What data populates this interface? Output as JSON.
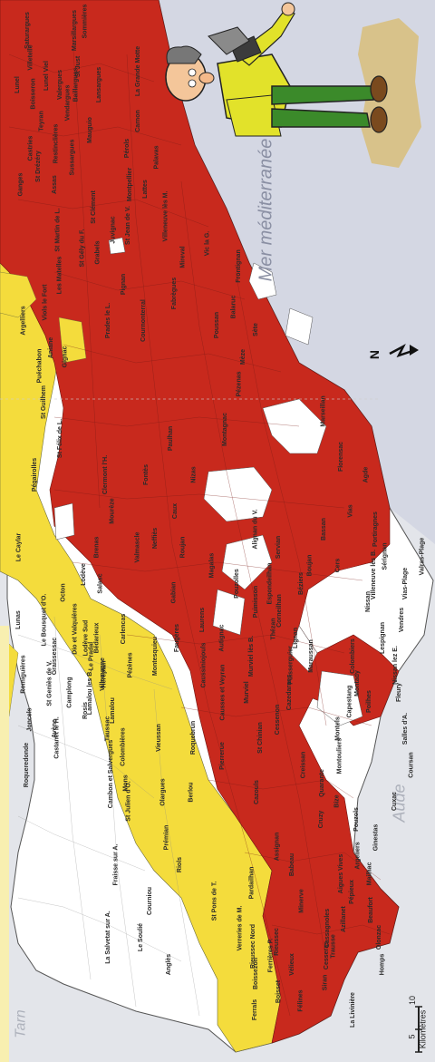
{
  "map": {
    "sea_label": "Mer méditerranée",
    "river_label": "Aude",
    "tarn_label": "Tarn",
    "north_label": "N",
    "scale": {
      "ticks": [
        "5",
        "10"
      ],
      "unit": "Kilomètres"
    },
    "colors": {
      "red_zone": "#c8291d",
      "yellow_zone": "#f4dc3c",
      "white_zone": "#ffffff",
      "sea": "#d4d7e3",
      "land_outside": "#e3e5ea"
    },
    "communes": {
      "c01": "Montpellier",
      "c02": "Lunel",
      "c03": "Sète",
      "c04": "Agde",
      "c05": "Pézenas",
      "c06": "Béziers",
      "c07": "Lodève",
      "c08": "Clermont l'H.",
      "c09": "Gignac",
      "c10": "Ganges",
      "c11": "Frontignan",
      "c12": "Marseillan",
      "c13": "Florensac",
      "c14": "Servian",
      "c15": "Vias",
      "c16": "Sérignan",
      "c17": "Capestang",
      "c18": "Olargues",
      "c19": "St Pons de T.",
      "c20": "Bédarieux",
      "c21": "Lamalou",
      "c22": "St Chinian",
      "c23": "Murviel",
      "c24": "Mauguio",
      "c25": "Castries",
      "c26": "Pignan",
      "c27": "Mèze",
      "c28": "Puisserguier",
      "c29": "Cazouls",
      "c30": "Roujan",
      "c31": "Paulhan",
      "c32": "Lattes",
      "c33": "Aniane",
      "c34": "St Martin de L.",
      "c35": "Le Caylar",
      "c36": "Lunas",
      "c37": "Riols",
      "c38": "La Salvetat sur A.",
      "c39": "Fraisse sur A.",
      "c40": "Lespignan",
      "c41": "Nissan",
      "c42": "Vendres",
      "c43": "Valras-Plage",
      "c44": "Poussan",
      "c45": "Balaruc",
      "c46": "Vic la G.",
      "c47": "Cournonterral",
      "c48": "Fabrègues",
      "c49": "Villeneuve lès M.",
      "c50": "Palavas",
      "c51": "Pérols",
      "c52": "St Jean de V.",
      "c53": "Prades le L.",
      "c54": "Teyran",
      "c55": "Vendargues",
      "c56": "Baillargues",
      "c57": "Montagnac",
      "c58": "Nizas",
      "c59": "Caux",
      "c60": "Fontès",
      "c61": "Neffiès",
      "c62": "Gabian",
      "c63": "Faugères",
      "c64": "Laurens",
      "c65": "Autignac",
      "c66": "Thézan",
      "c67": "Lignan",
      "c68": "Maraussan",
      "c69": "Quarante",
      "c70": "Cruzy",
      "c71": "Assignan",
      "c72": "Babeau",
      "c73": "Cessenon",
      "c74": "Roquebrun",
      "c75": "Vieussan",
      "c76": "Berlou",
      "c77": "Prémian",
      "c78": "Verreries de M.",
      "c79": "Boissezon",
      "c80": "Anglès",
      "c81": "Rieussec",
      "c82": "Ferrals",
      "c83": "Minerve",
      "c84": "Félines",
      "c85": "Azillanet",
      "c86": "Cesseras",
      "c87": "Siran",
      "c88": "Aigues Vives",
      "c89": "Beaufort",
      "c90": "Olonzac",
      "c91": "La Livinière",
      "c92": "Camplong",
      "c93": "Graissessac",
      "c94": "Brenas",
      "c95": "Octon",
      "c96": "Mourèze",
      "c97": "Salasc",
      "c98": "Valmascle",
      "c99": "Carlencas",
      "c100": "Pézènes",
      "c101": "Montesquieu",
      "c102": "Avène",
      "c103": "Dio et Valquières",
      "c104": "Joncels",
      "c105": "Romiguières",
      "c106": "Roqueredonde",
      "c107": "St Félix de L.",
      "c108": "Pégairolles",
      "c109": "St Guilhem",
      "c110": "Puéchabon",
      "c111": "Argelliers",
      "c112": "Viols le Fort",
      "c113": "Les Matelles",
      "c114": "St Gély du F.",
      "c115": "Grabels",
      "c116": "Juvignac",
      "c117": "St Clément",
      "c118": "Assas",
      "c119": "Sussargues",
      "c120": "St Drézéry",
      "c121": "Restinclières",
      "c122": "Lansargues",
      "c123": "Marsillargues",
      "c124": "Lunel Viel",
      "c125": "Valergues",
      "c126": "St Just",
      "c127": "Villetelle",
      "c128": "Saturargues",
      "c129": "Boisseron",
      "c130": "Sommières",
      "c131": "La Grande Motte",
      "c132": "Carnon",
      "c133": "Mireval",
      "c134": "Vias-Plage",
      "c135": "Portiragnes",
      "c136": "Cers",
      "c137": "Villeneuve lès B.",
      "c138": "Bassan",
      "c139": "Boujan",
      "c140": "Espondeilhan",
      "c141": "Alignan du V.",
      "c142": "Pouzolles",
      "c143": "Magalas",
      "c144": "Puimisson",
      "c145": "Corneilhan",
      "c146": "Murviel lès B.",
      "c147": "Cazedarnes",
      "c148": "Pierrerue",
      "c149": "Causses et Veyran",
      "c150": "Caussiniojouls",
      "c151": "Lamalou les B.",
      "c152": "Hérépian",
      "c153": "Le Bousquet d'O.",
      "c154": "Lodève Sud",
      "c155": "Le Pradal",
      "c156": "Villemagne",
      "c157": "Taussac",
      "c158": "Colombières",
      "c159": "Mons",
      "c160": "St Julien d'O.",
      "c161": "Courniou",
      "c162": "Cambon et Salvergues",
      "c163": "Rosis",
      "c164": "Castanet le H.",
      "c165": "St Geniès de V.",
      "c166": "Le Soulié",
      "c167": "Vélieux",
      "c168": "Ferrières P.",
      "c169": "Boisset",
      "c170": "Pardailhan",
      "c171": "Rieussec Nord",
      "c172": "Cassagnoles",
      "c173": "Trausse",
      "c174": "Pépieux",
      "c175": "Homps",
      "c176": "Argeliers",
      "c177": "Mailhac",
      "c178": "Pouzols",
      "c179": "Bize",
      "c180": "Ginestas",
      "c181": "Montouliers",
      "c182": "Creissan",
      "c183": "Colombiers",
      "c184": "Montady",
      "c185": "Poilhes",
      "c186": "Montels",
      "c187": "Nissan lez E.",
      "c188": "Fleury",
      "c189": "Salles d'A.",
      "c190": "Coursan",
      "c191": "Cuxac"
    }
  }
}
